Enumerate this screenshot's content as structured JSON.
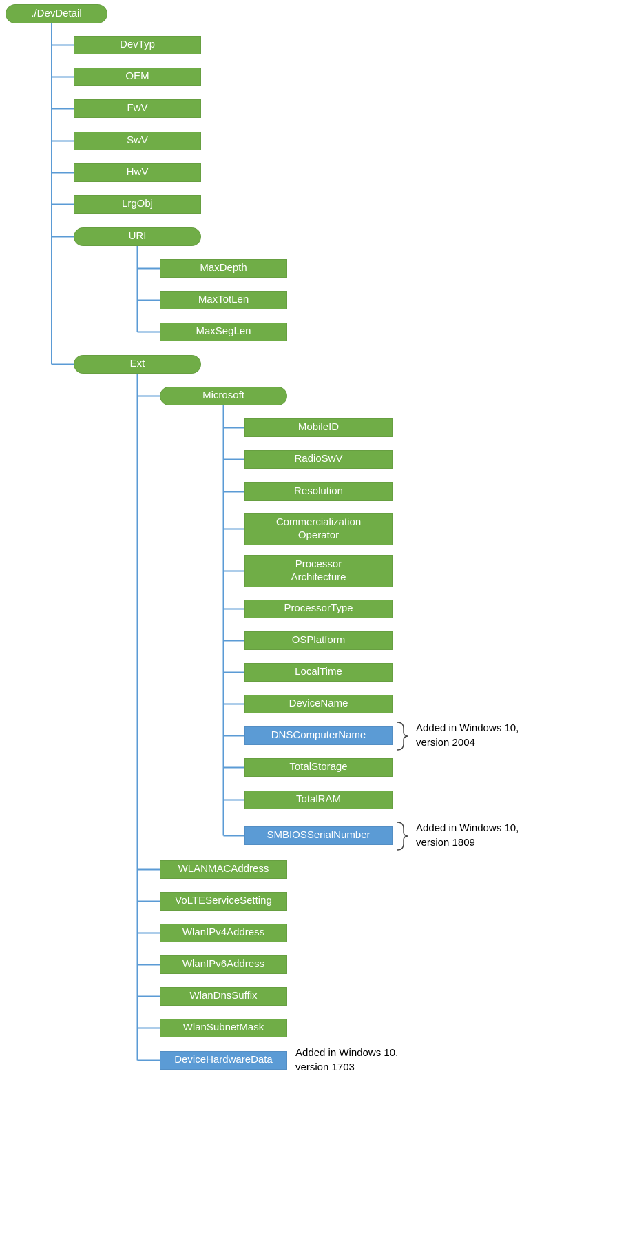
{
  "diagram": {
    "title": "DevDetail configuration service provider tree",
    "colors": {
      "node_default": "#70AD47",
      "node_added": "#5B9BD5",
      "connector": "#5B9BD5",
      "node_text": "#FFFFFF",
      "annotation_text": "#000000",
      "bracket": "#404040"
    },
    "nodes": [
      {
        "id": "devdetail",
        "label": "./DevDetail",
        "shape": "pill",
        "status": "default",
        "parent": null
      },
      {
        "id": "devtyp",
        "label": "DevTyp",
        "shape": "rect",
        "status": "default",
        "parent": "devdetail"
      },
      {
        "id": "oem",
        "label": "OEM",
        "shape": "rect",
        "status": "default",
        "parent": "devdetail"
      },
      {
        "id": "fwv",
        "label": "FwV",
        "shape": "rect",
        "status": "default",
        "parent": "devdetail"
      },
      {
        "id": "swv",
        "label": "SwV",
        "shape": "rect",
        "status": "default",
        "parent": "devdetail"
      },
      {
        "id": "hwv",
        "label": "HwV",
        "shape": "rect",
        "status": "default",
        "parent": "devdetail"
      },
      {
        "id": "lrgobj",
        "label": "LrgObj",
        "shape": "rect",
        "status": "default",
        "parent": "devdetail"
      },
      {
        "id": "uri",
        "label": "URI",
        "shape": "pill",
        "status": "default",
        "parent": "devdetail"
      },
      {
        "id": "maxdepth",
        "label": "MaxDepth",
        "shape": "rect",
        "status": "default",
        "parent": "uri"
      },
      {
        "id": "maxtotlen",
        "label": "MaxTotLen",
        "shape": "rect",
        "status": "default",
        "parent": "uri"
      },
      {
        "id": "maxseglen",
        "label": "MaxSegLen",
        "shape": "rect",
        "status": "default",
        "parent": "uri"
      },
      {
        "id": "ext",
        "label": "Ext",
        "shape": "pill",
        "status": "default",
        "parent": "devdetail"
      },
      {
        "id": "microsoft",
        "label": "Microsoft",
        "shape": "pill",
        "status": "default",
        "parent": "ext"
      },
      {
        "id": "mobileid",
        "label": "MobileID",
        "shape": "rect",
        "status": "default",
        "parent": "microsoft"
      },
      {
        "id": "radioswv",
        "label": "RadioSwV",
        "shape": "rect",
        "status": "default",
        "parent": "microsoft"
      },
      {
        "id": "resolution",
        "label": "Resolution",
        "shape": "rect",
        "status": "default",
        "parent": "microsoft"
      },
      {
        "id": "commercializationoperator",
        "label": "Commercialization\nOperator",
        "shape": "rect",
        "status": "default",
        "parent": "microsoft"
      },
      {
        "id": "processorarchitecture",
        "label": "Processor\nArchitecture",
        "shape": "rect",
        "status": "default",
        "parent": "microsoft"
      },
      {
        "id": "processortype",
        "label": "ProcessorType",
        "shape": "rect",
        "status": "default",
        "parent": "microsoft"
      },
      {
        "id": "osplatform",
        "label": "OSPlatform",
        "shape": "rect",
        "status": "default",
        "parent": "microsoft"
      },
      {
        "id": "localtime",
        "label": "LocalTime",
        "shape": "rect",
        "status": "default",
        "parent": "microsoft"
      },
      {
        "id": "devicename",
        "label": "DeviceName",
        "shape": "rect",
        "status": "default",
        "parent": "microsoft"
      },
      {
        "id": "dnscomputername",
        "label": "DNSComputerName",
        "shape": "rect",
        "status": "added",
        "parent": "microsoft"
      },
      {
        "id": "totalstorage",
        "label": "TotalStorage",
        "shape": "rect",
        "status": "default",
        "parent": "microsoft"
      },
      {
        "id": "totalram",
        "label": "TotalRAM",
        "shape": "rect",
        "status": "default",
        "parent": "microsoft"
      },
      {
        "id": "smbiosserialnumber",
        "label": "SMBIOSSerialNumber",
        "shape": "rect",
        "status": "added",
        "parent": "microsoft"
      },
      {
        "id": "wlanmacaddress",
        "label": "WLANMACAddress",
        "shape": "rect",
        "status": "default",
        "parent": "ext"
      },
      {
        "id": "volteservicesetting",
        "label": "VoLTEServiceSetting",
        "shape": "rect",
        "status": "default",
        "parent": "ext"
      },
      {
        "id": "wlanipv4address",
        "label": "WlanIPv4Address",
        "shape": "rect",
        "status": "default",
        "parent": "ext"
      },
      {
        "id": "wlanipv6address",
        "label": "WlanIPv6Address",
        "shape": "rect",
        "status": "default",
        "parent": "ext"
      },
      {
        "id": "wlandnssuffix",
        "label": "WlanDnsSuffix",
        "shape": "rect",
        "status": "default",
        "parent": "ext"
      },
      {
        "id": "wlansubnetmask",
        "label": "WlanSubnetMask",
        "shape": "rect",
        "status": "default",
        "parent": "ext"
      },
      {
        "id": "devicehardwaredata",
        "label": "DeviceHardwareData",
        "shape": "rect",
        "status": "added",
        "parent": "ext"
      }
    ],
    "annotations": [
      {
        "id": "added-version-2004",
        "target": "dnscomputername",
        "text": "Added in Windows 10, version 2004",
        "bracket": true
      },
      {
        "id": "added-version-1809",
        "target": "smbiosserialnumber",
        "text": "Added in Windows 10, version 1809",
        "bracket": true
      },
      {
        "id": "added-version-1703",
        "target": "devicehardwaredata",
        "text": "Added in Windows 10, version 1703",
        "bracket": false
      }
    ]
  }
}
